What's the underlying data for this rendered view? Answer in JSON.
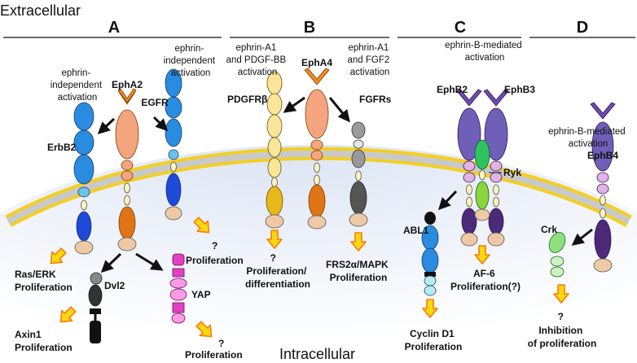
{
  "regions": {
    "extracellular": "Extracellular",
    "intracellular": "Intracellular"
  },
  "panels": [
    {
      "letter": "A",
      "notes": [
        [
          "ephrin-",
          "independent",
          "activation"
        ],
        [
          "ephrin-",
          "independent",
          "activation"
        ]
      ],
      "receptors": [
        "EphA2",
        "EGFR",
        "ErbB2"
      ],
      "adaptors": [
        "Dvl2",
        "YAP"
      ],
      "outcomes": [
        [
          "Ras/ERK",
          "Proliferation"
        ],
        [
          "Axin1",
          "Proliferation"
        ],
        [
          "?",
          "Proliferation"
        ],
        [
          "?",
          "Proliferation"
        ]
      ]
    },
    {
      "letter": "B",
      "notes": [
        [
          "ephrin-A1",
          "and PDGF-BB",
          "activation"
        ],
        [
          "ephrin-A1",
          "and FGF2",
          "activation"
        ]
      ],
      "receptors": [
        "EphA4",
        "PDGFRβ",
        "FGFRs"
      ],
      "outcomes": [
        [
          "?",
          "Proliferation/",
          "differentiation"
        ],
        [
          "FRS2α/MAPK",
          "Proliferation"
        ]
      ]
    },
    {
      "letter": "C",
      "notes": [
        [
          "ephrin-B-mediated",
          "activation"
        ]
      ],
      "receptors": [
        "EphB2",
        "EphB3"
      ],
      "adaptors": [
        "Ryk",
        "ABL1"
      ],
      "outcomes": [
        [
          "AF-6",
          "Proliferation(?)"
        ],
        [
          "Cyclin D1",
          "Proliferation"
        ]
      ]
    },
    {
      "letter": "D",
      "notes": [
        [
          "ephrin-B-mediated",
          "activation"
        ]
      ],
      "receptors": [
        "EphB4"
      ],
      "adaptors": [
        "Crk"
      ],
      "outcomes": [
        [
          "?",
          "Inhibition",
          "of proliferation"
        ]
      ]
    }
  ],
  "colors": {
    "eph_orange": "#f08a24",
    "eph_salmon": "#f4a57f",
    "eph_dark_orange": "#e07515",
    "erb_blue": "#2a8ce0",
    "erb_light": "#6bc2ee",
    "erb_dark": "#1f49d8",
    "ephb_purple": "#6f5fb8",
    "ephb_dark": "#4c2a7a",
    "ephb_pink": "#e2b3e6",
    "ryk_green": "#2ec35f",
    "crk_green": "#8fe07d",
    "pdgfr_yellow": "#fbe59a",
    "pdgfr_gold": "#e8b81a",
    "fgfr_grey": "#9a9a9a",
    "yap_magenta": "#e23fc4",
    "yap_pink": "#ff9be6",
    "abl_blue": "#3b7be0",
    "abl_cyan": "#b5ecf5",
    "membrane_yellow": "#f3cf22",
    "membrane_grey": "#c9c9c9",
    "arrow_yellow": "#f7d814",
    "arrow_outline": "#ff7a00",
    "peach": "#efc9a6"
  }
}
